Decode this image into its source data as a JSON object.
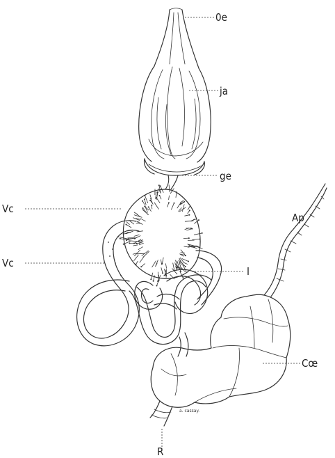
{
  "labels": {
    "oe": "0e",
    "ja": "ja",
    "ge": "ge",
    "vc_upper": "Vc",
    "ap": "Ap",
    "vc_lower": "Vc",
    "i": "I",
    "coe": "Cœ",
    "r": "R"
  },
  "signature": "a. cassay."
}
